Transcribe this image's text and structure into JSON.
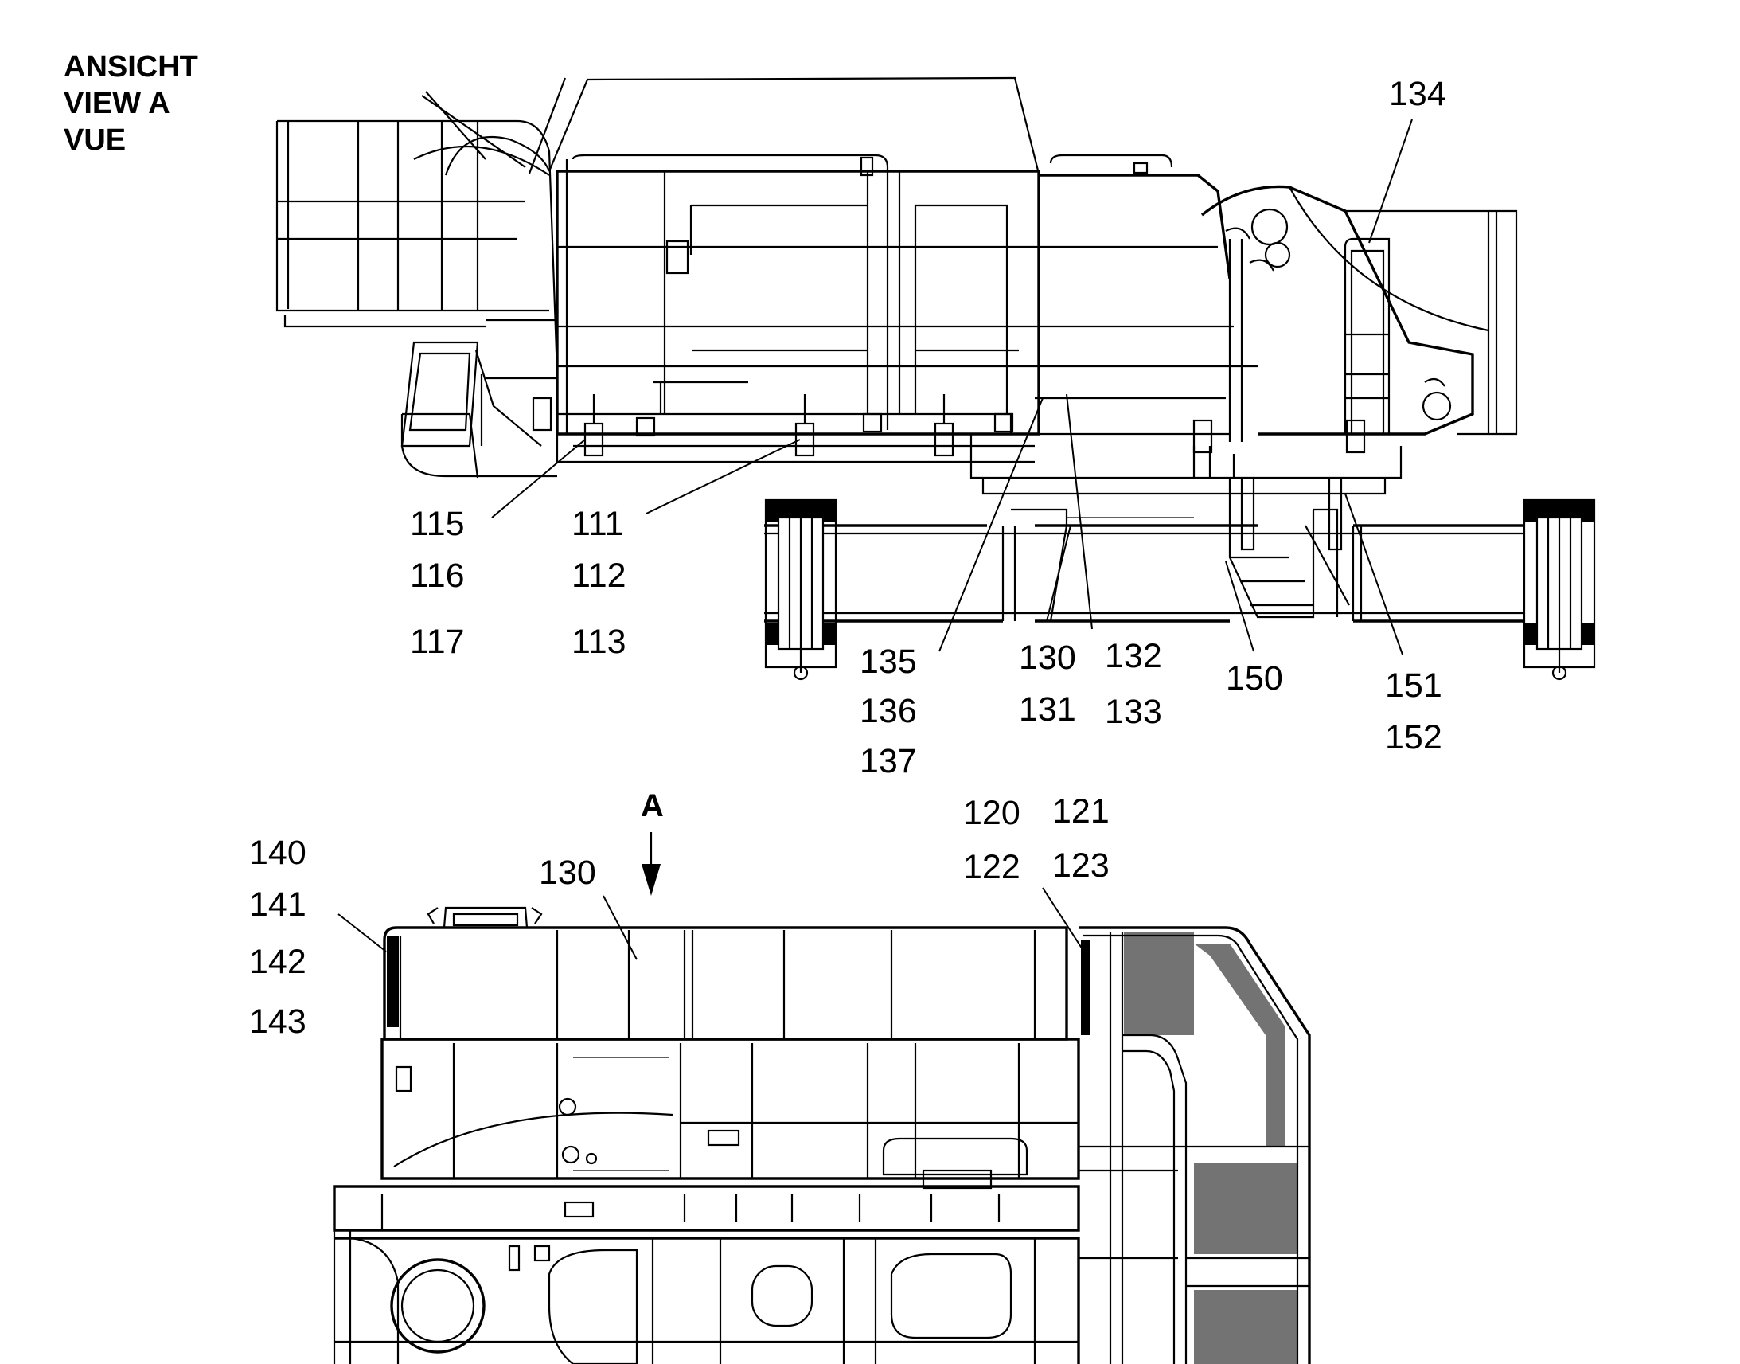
{
  "view_title": [
    "ANSICHT",
    "VIEW  A",
    "VUE"
  ],
  "view_arrow_label": "A",
  "callouts": {
    "c134": "134",
    "c115": "115",
    "c116": "116",
    "c117": "117",
    "c111": "111",
    "c112": "112",
    "c113": "113",
    "c135": "135",
    "c136": "136",
    "c137": "137",
    "c130a": "130",
    "c131": "131",
    "c132": "132",
    "c133": "133",
    "c150": "150",
    "c151": "151",
    "c152": "152",
    "c120": "120",
    "c121": "121",
    "c122": "122",
    "c123": "123",
    "c140": "140",
    "c141": "141",
    "c142": "142",
    "c143": "143",
    "c130b": "130"
  }
}
